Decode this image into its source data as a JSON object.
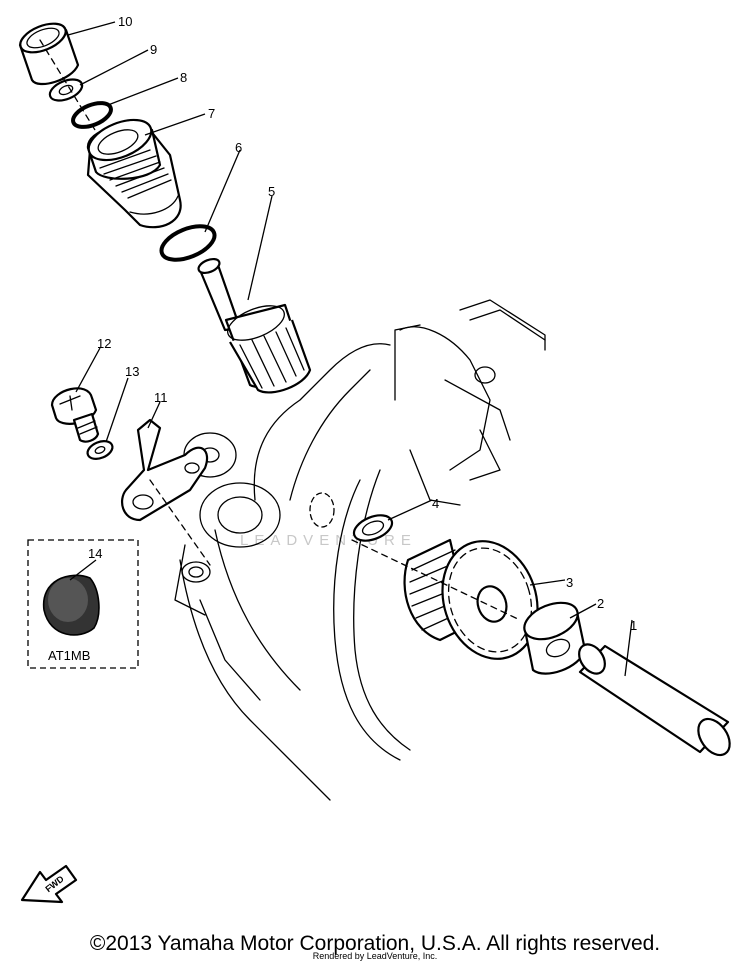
{
  "diagram": {
    "callouts": [
      {
        "id": "c10",
        "label": "10"
      },
      {
        "id": "c9",
        "label": "9"
      },
      {
        "id": "c8",
        "label": "8"
      },
      {
        "id": "c7",
        "label": "7"
      },
      {
        "id": "c6",
        "label": "6"
      },
      {
        "id": "c5",
        "label": "5"
      },
      {
        "id": "c12",
        "label": "12"
      },
      {
        "id": "c13",
        "label": "13"
      },
      {
        "id": "c11",
        "label": "11"
      },
      {
        "id": "c14",
        "label": "14"
      },
      {
        "id": "c4",
        "label": "4"
      },
      {
        "id": "c3",
        "label": "3"
      },
      {
        "id": "c2",
        "label": "2"
      },
      {
        "id": "c1",
        "label": "1"
      }
    ],
    "inset_label": "AT1MB",
    "fwd_label": "FWD"
  },
  "footer": {
    "copyright": "©2013 Yamaha Motor Corporation, U.S.A. All rights reserved.",
    "rendered_by": "Rendered by LeadVenture, Inc."
  },
  "watermark": "LEADVENTURE"
}
